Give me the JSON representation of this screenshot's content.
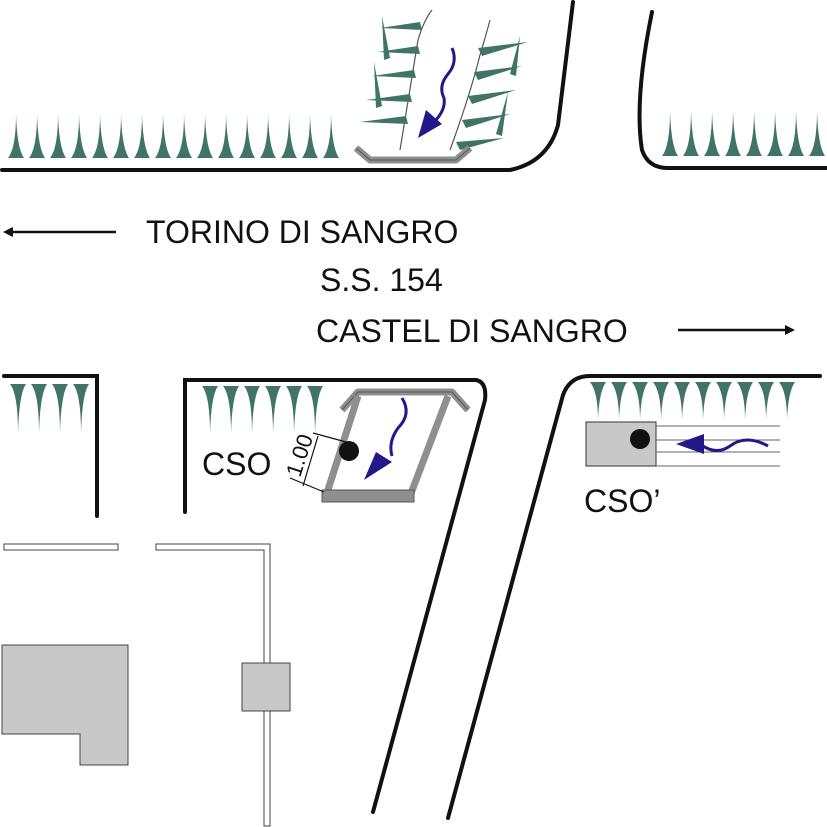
{
  "labels": {
    "west_destination": "TORINO DI SANGRO",
    "road_name": "S.S. 154",
    "east_destination": "CASTEL DI SANGRO",
    "cso": "CSO",
    "cso_prime": "CSO’",
    "dimension": "1.00"
  },
  "colors": {
    "vegetation": "#3f7467",
    "flow_arrow": "#23188a",
    "grate": "#8f8f8f",
    "building": "#c8c8c8",
    "road_edge": "#111111"
  },
  "icons": {
    "direction_arrow": "arrow",
    "flow": "flow-arrow",
    "vegetation": "grass-spikes"
  }
}
